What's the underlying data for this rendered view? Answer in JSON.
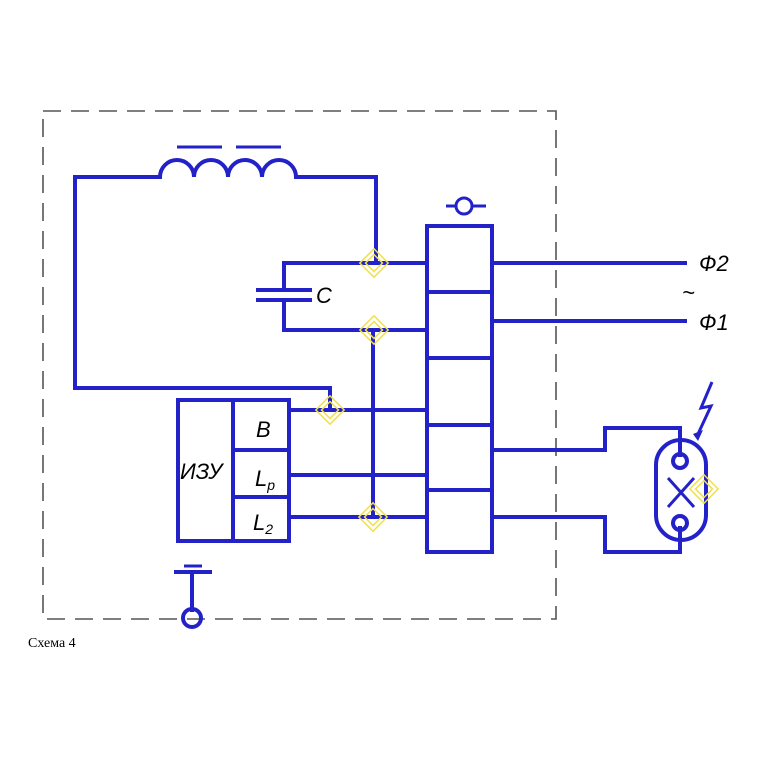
{
  "caption": "Схема 4",
  "labels": {
    "capacitor": "C",
    "igniter": "ИЗУ",
    "terminal_b": "B",
    "terminal_lp_main": "L",
    "terminal_lp_sub": "p",
    "terminal_l2_main": "L",
    "terminal_l2_sub": "2",
    "phase2": "Ф2",
    "phase1": "Ф1",
    "ac_symbol": "~"
  },
  "colors": {
    "wire": "#2222c8",
    "node_marker": "#f0e04a",
    "frame": "#555555"
  }
}
